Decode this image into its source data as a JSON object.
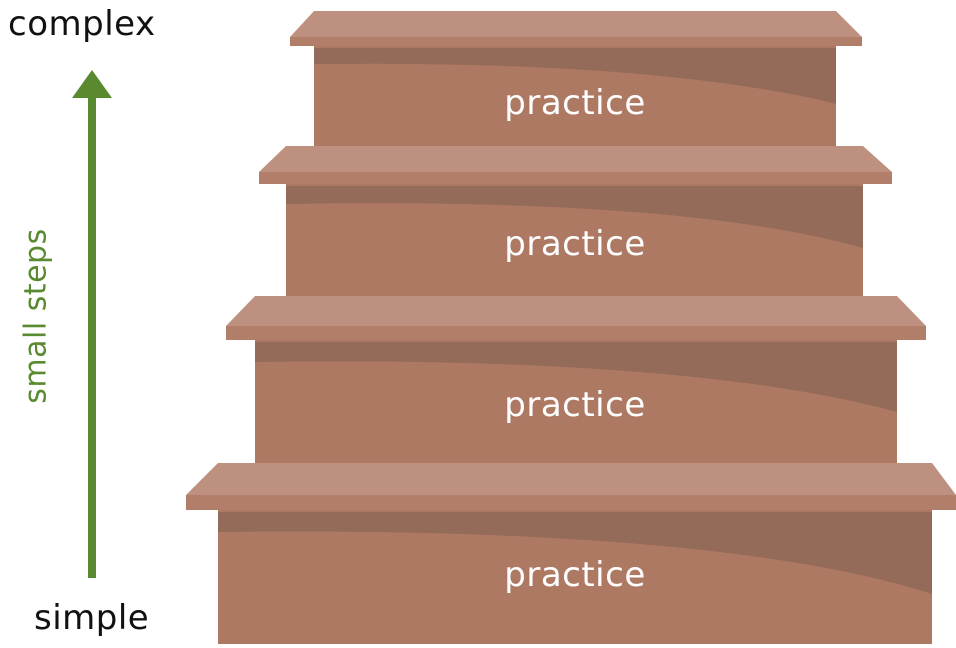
{
  "labels": {
    "top": "complex",
    "bottom": "simple",
    "axis": "small steps"
  },
  "steps": [
    {
      "label": "practice"
    },
    {
      "label": "practice"
    },
    {
      "label": "practice"
    },
    {
      "label": "practice"
    }
  ],
  "colors": {
    "riser": "#ae7963",
    "riser_shadow": "#946a58",
    "tread_top": "#bd9080",
    "tread_edge": "#b07e69",
    "arrow": "#5a8a2f"
  }
}
